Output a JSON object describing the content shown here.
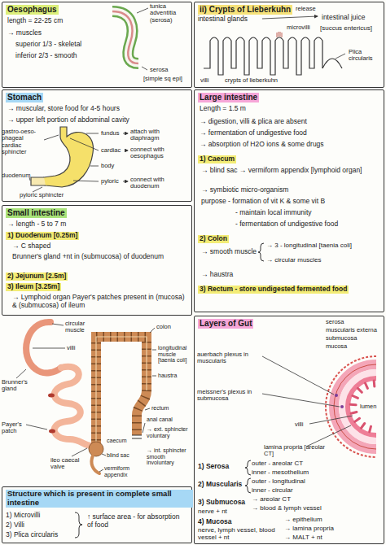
{
  "diagram": {
    "nodes": [
      {
        "text": [
          "Oesophagus",
          "length = 22-25 cm",
          "→ muscles",
          "superior 1/3 - skeletal",
          "inferior 2/3 - smooth"
        ]
      },
      {
        "text": [
          "Stomach",
          "→ muscular, store food for 4-5 hours",
          "→ upper left portion of abdominal cavity"
        ]
      },
      {
        "text": [
          "Small intestine",
          "→ length - 5 to 7 m",
          "1) Duodenum [0.25m]",
          "→ C shaped",
          "Brunner's gland +nt in (submucosa) of duodenum",
          "2) Jejunum [2.5m]",
          "3) Ileum [3.25m]",
          "→ Lymphoid organ Payer's patches present in (mucosa) & (submucosa) of ileum"
        ]
      },
      {
        "text": [
          "Structure which is present in complete small intestine",
          "1) Microvilli",
          "2) Villi",
          "3) Plica circularis",
          "↑ surface area - for absorption of food"
        ]
      },
      {
        "text": [
          "ii) Crypts of Lieberkuhn",
          "intestinal glands",
          "release",
          "intestinal juice",
          "[succus entericus]"
        ]
      },
      {
        "text": [
          "Large intestine",
          "Length = 1.5 m",
          "→ digestion, villi & plica are absent",
          "→ fermentation of undigestive food",
          "→ absorption of H2O ions & some drugs",
          "1) Caecum",
          "→ blind sac → vermiform appendix [lymphoid organ]",
          "→ symbiotic micro-organism",
          "purpose - formation of vit K & some vit B",
          "- maintain local immunity",
          "- fermentation of undigestive food",
          "2) Colon",
          "→ smooth muscle",
          "→ 3 - longitudinal [taenia coli]",
          "→ circular muscles",
          "→ haustra",
          "3) Rectum - store undigested fermented food"
        ]
      },
      {
        "text": [
          "Layers of Gut",
          "1) Serosa",
          "outer - areolar CT",
          "inner - mesothelium",
          "2) Muscularis",
          "outer - longitudinal",
          "inner - circular",
          "3) Submucosa",
          "→ areolar CT",
          "nerve + nt",
          "→ blood & lymph vessel",
          "4) Mucosa",
          "→ epithelium",
          "nerve, lymph vessel, blood vessel + nt",
          "→ lamina propria",
          "→ MALT + nt"
        ]
      }
    ],
    "labels": [
      "tunica adventitia (serosa)",
      "serosa",
      "[simple sq epi]",
      "gastro-oeso-phageal cardiac sphincter",
      "fundus",
      "attach with diaphragm",
      "cardiac",
      "connect with oesophagus",
      "body",
      "pyloric",
      "connect with duodenum",
      "duodenum",
      "pyloric sphincter",
      "microvilli",
      "villi",
      "crypts of lieberkuhn",
      "Plica circularis",
      "circular muscle",
      "villi",
      "Brunner's gland",
      "Payer's patch",
      "ileo caecal valve",
      "caecum",
      "blind sac",
      "vermiform appendix",
      "colon",
      "longitudinal muscle [taenia coli]",
      "haustra",
      "rectum",
      "anal canal",
      "→ ext. sphincter voluntary",
      "→ int. sphincter smooth involuntary",
      "serosa",
      "muscularis externa",
      "submucosa",
      "mucosa",
      "auerbach plexus in muscularis",
      "meissner's plexus in submucosa",
      "villi",
      "lamina propria [areolar CT]",
      "lumen"
    ]
  }
}
